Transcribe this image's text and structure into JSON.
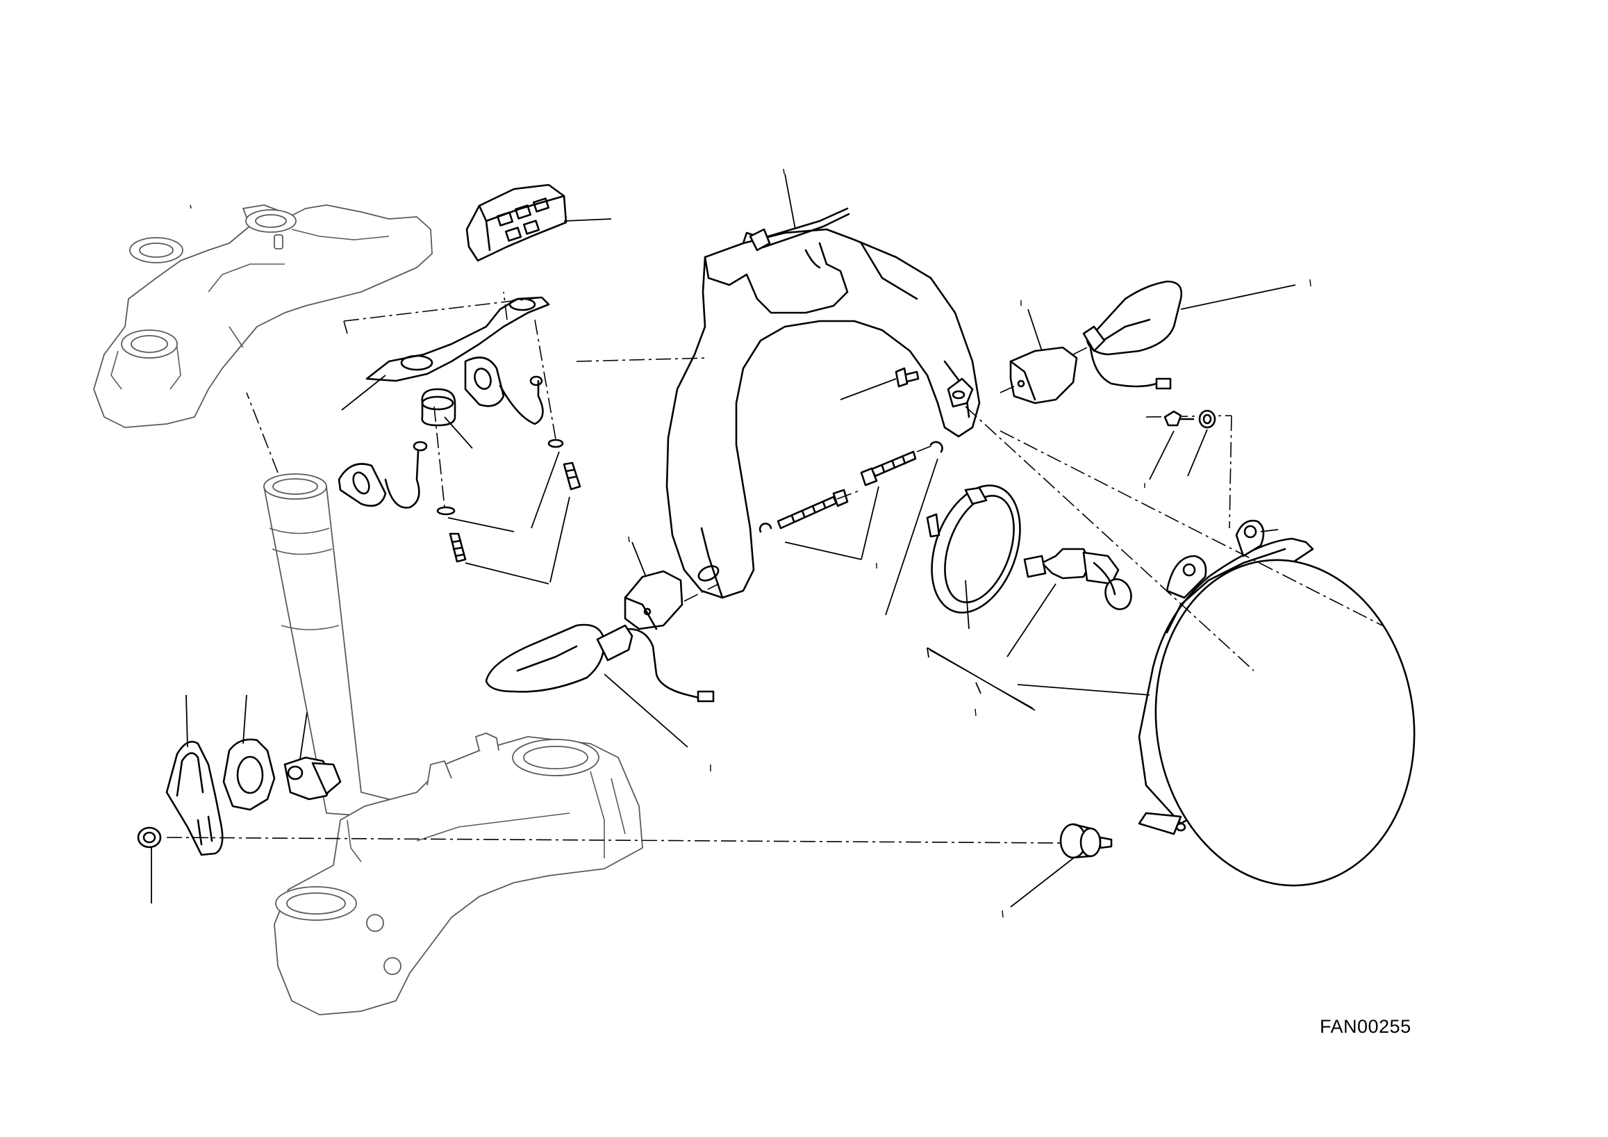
{
  "diagram": {
    "drawing_code": "FAN00255",
    "parts": [
      {
        "id": "upper-triple-clamp",
        "name": "upper-triple-clamp"
      },
      {
        "id": "steering-stem",
        "name": "steering-stem"
      },
      {
        "id": "lower-triple-clamp",
        "name": "lower-triple-clamp"
      },
      {
        "id": "wiring-connector-block",
        "name": "connector-block"
      },
      {
        "id": "headlight-bracket",
        "name": "headlight-support-bracket"
      },
      {
        "id": "turn-signal-left",
        "name": "turn-signal"
      },
      {
        "id": "turn-signal-right",
        "name": "turn-signal"
      },
      {
        "id": "headlight-housing",
        "name": "headlight-housing"
      },
      {
        "id": "bulb-holder-ring",
        "name": "bulb-holder"
      },
      {
        "id": "headlight-bulb",
        "name": "bulb"
      },
      {
        "id": "rubber-damper",
        "name": "rubber-damper"
      },
      {
        "id": "cable-guide-clip",
        "name": "cable-clip"
      }
    ]
  }
}
